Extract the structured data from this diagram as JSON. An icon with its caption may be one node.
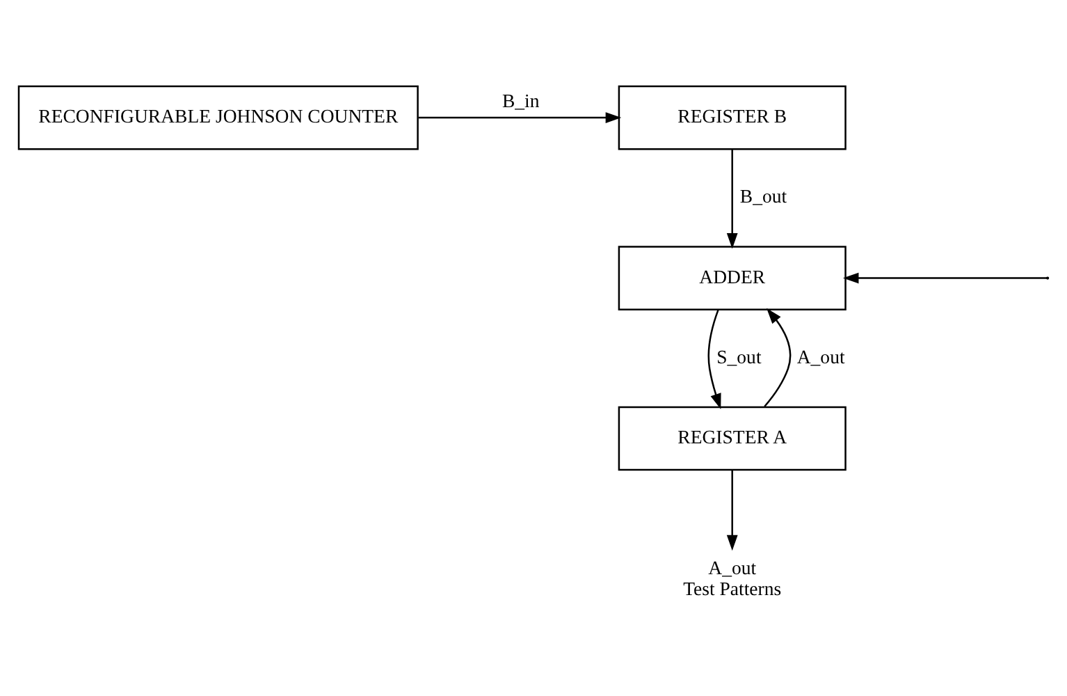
{
  "diagram": {
    "nodes": [
      {
        "text": [
          "RECONFIGURABLE JOHNSON COUNTER"
        ]
      },
      {
        "text": [
          "REGISTER B"
        ]
      },
      {
        "text": [
          "ADDER"
        ]
      },
      {
        "text": [
          "REGISTER A"
        ]
      },
      {
        "text": [
          "A_out",
          "Test Patterns"
        ]
      }
    ],
    "edges": [
      {
        "from": 0,
        "to": 1,
        "arrow": "to",
        "label": "B_in"
      },
      {
        "from": 1,
        "to": 2,
        "arrow": "to",
        "label": "B_out"
      },
      {
        "from": 3,
        "to": 2,
        "arrow": "to",
        "label": "A_out"
      },
      {
        "from": 2,
        "to": 3,
        "arrow": "to",
        "label": "S_out"
      },
      {
        "from": null,
        "to": 2,
        "arrow": "to"
      },
      {
        "from": 3,
        "to": 4,
        "arrow": "to"
      }
    ]
  }
}
